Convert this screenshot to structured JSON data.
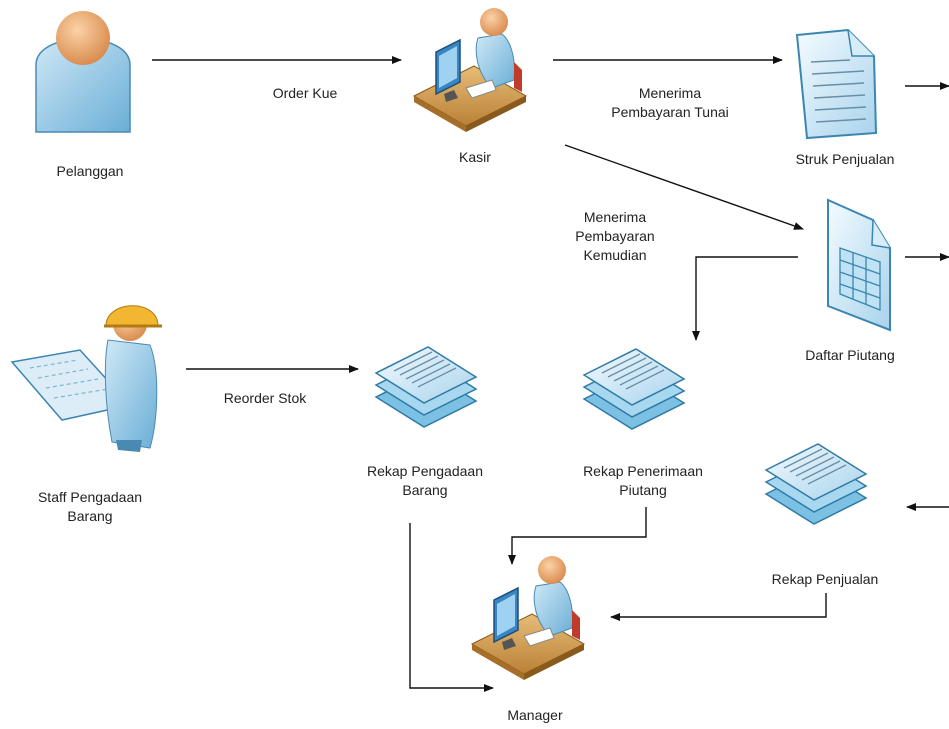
{
  "nodes": {
    "pelanggan": {
      "label": "Pelanggan",
      "icon": "person-icon"
    },
    "kasir": {
      "label": "Kasir",
      "icon": "computer-user-icon"
    },
    "struk": {
      "label": "Struk Penjualan",
      "icon": "document-icon"
    },
    "daftar_piutang": {
      "label": "Daftar Piutang",
      "icon": "spreadsheet-document-icon"
    },
    "staff": {
      "label_line1": "Staff Pengadaan",
      "label_line2": "Barang",
      "icon": "engineer-with-blueprint-icon"
    },
    "rekap_pengadaan": {
      "label_line1": "Rekap Pengadaan",
      "label_line2": "Barang",
      "icon": "document-stack-icon"
    },
    "rekap_penerimaan": {
      "label_line1": "Rekap Penerimaan",
      "label_line2": "Piutang",
      "icon": "document-stack-icon"
    },
    "rekap_penjualan": {
      "label": "Rekap Penjualan",
      "icon": "document-stack-icon"
    },
    "manager": {
      "label": "Manager",
      "icon": "computer-user-icon"
    }
  },
  "edges": {
    "order_kue": "Order Kue",
    "tunai_line1": "Menerima",
    "tunai_line2": "Pembayaran Tunai",
    "kemudian_line1": "Menerima",
    "kemudian_line2": "Pembayaran",
    "kemudian_line3": "Kemudian",
    "reorder": "Reorder Stok"
  },
  "colors": {
    "doc_face": "#d6ecf7",
    "doc_edge": "#3b86b0",
    "skin": "#f3b37a",
    "shirt": "#a9d4ec",
    "hardhat": "#f2b630",
    "desk": "#d9a55a"
  }
}
